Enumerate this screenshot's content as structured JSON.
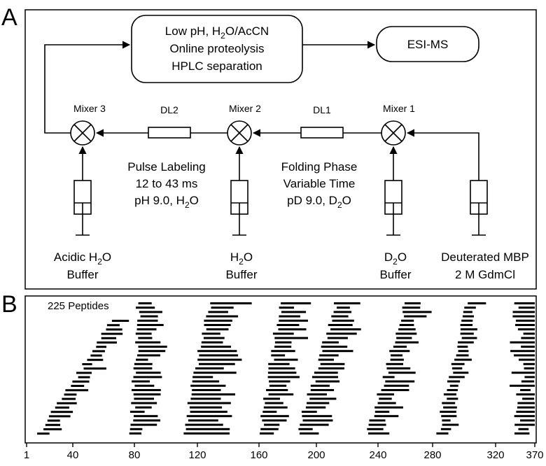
{
  "panel_a": {
    "label": "A",
    "hplc_box": {
      "line1_pre": "Low pH, H",
      "line1_sub": "2",
      "line1_post": "O/AcCN",
      "line2": "Online proteolysis",
      "line3": "HPLC separation"
    },
    "esi_ms": "ESI-MS",
    "mixers": [
      "Mixer 3",
      "Mixer 2",
      "Mixer 1"
    ],
    "delay_lines": [
      "DL2",
      "DL1"
    ],
    "pulse_labeling": {
      "line1": "Pulse Labeling",
      "line2": "12 to 43 ms",
      "line3_pre": "pH 9.0, H",
      "line3_sub": "2",
      "line3_post": "O"
    },
    "folding_phase": {
      "line1": "Folding Phase",
      "line2": "Variable Time",
      "line3_pre": "pD 9.0, D",
      "line3_sub": "2",
      "line3_post": "O"
    },
    "syringes": {
      "acidic": {
        "line1_pre": "Acidic H",
        "line1_sub": "2",
        "line1_post": "O",
        "line2": "Buffer"
      },
      "h2o": {
        "line1_pre": "H",
        "line1_sub": "2",
        "line1_post": "O",
        "line2": "Buffer"
      },
      "d2o": {
        "line1_pre": "D",
        "line1_sub": "2",
        "line1_post": "O",
        "line2": "Buffer"
      },
      "mbp": {
        "line1": "Deuterated MBP",
        "line2": "2 M GdmCl"
      }
    }
  },
  "panel_b": {
    "label": "B",
    "peptides_label": "225 Peptides",
    "x_ticks": [
      "1",
      "40",
      "80",
      "120",
      "160",
      "200",
      "240",
      "280",
      "320",
      "370"
    ]
  }
}
